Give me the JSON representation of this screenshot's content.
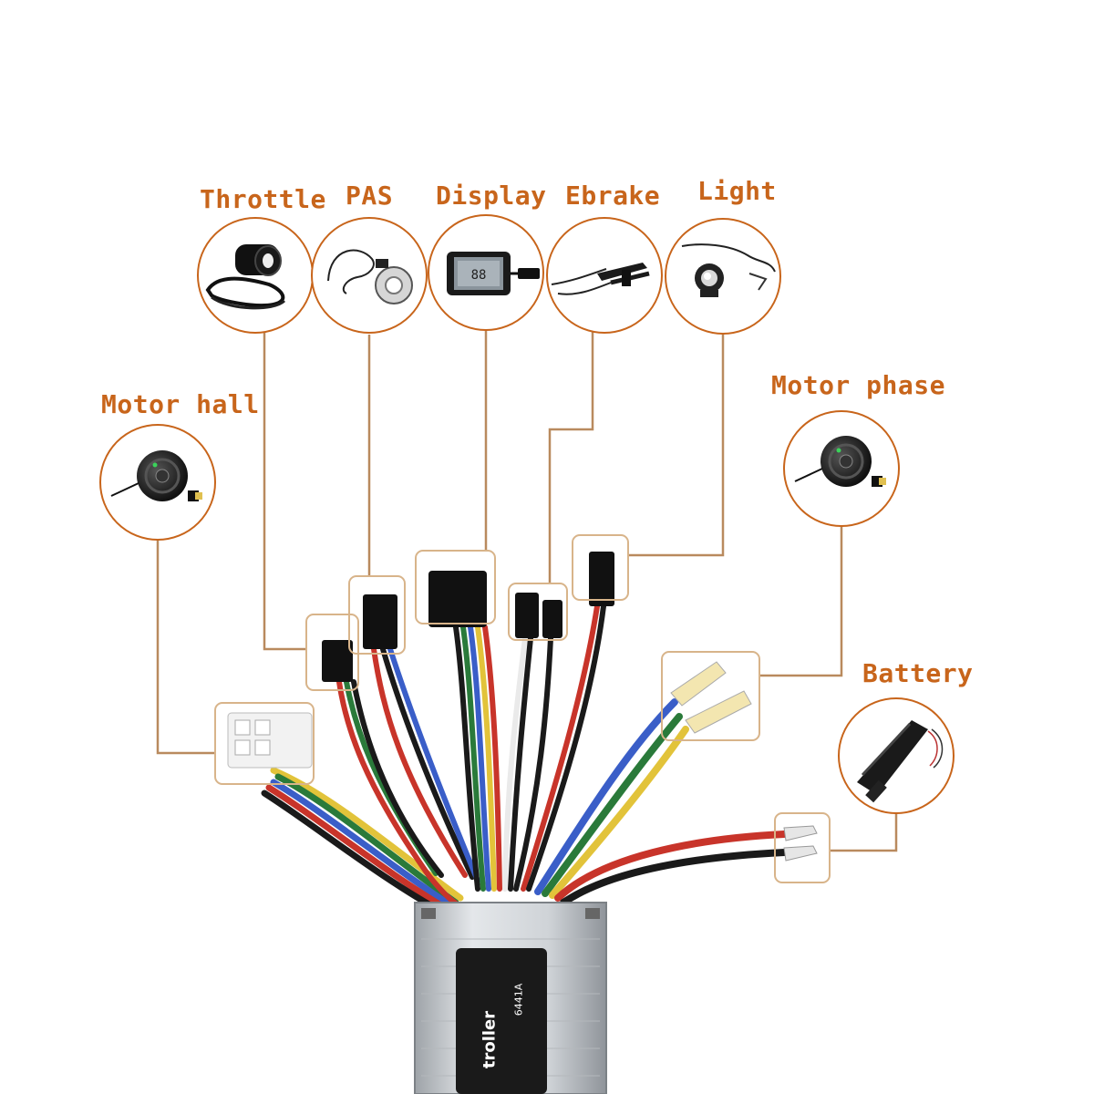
{
  "labels": {
    "throttle": "Throttle",
    "pas": "PAS",
    "display": "Display",
    "ebrake": "Ebrake",
    "light": "Light",
    "motor_hall": "Motor hall",
    "motor_phase": "Motor phase",
    "battery": "Battery"
  },
  "controller": {
    "name_text": "troller",
    "model_text": "6441A"
  },
  "colors": {
    "accent": "#c8651b",
    "line": "#b98a5e"
  }
}
